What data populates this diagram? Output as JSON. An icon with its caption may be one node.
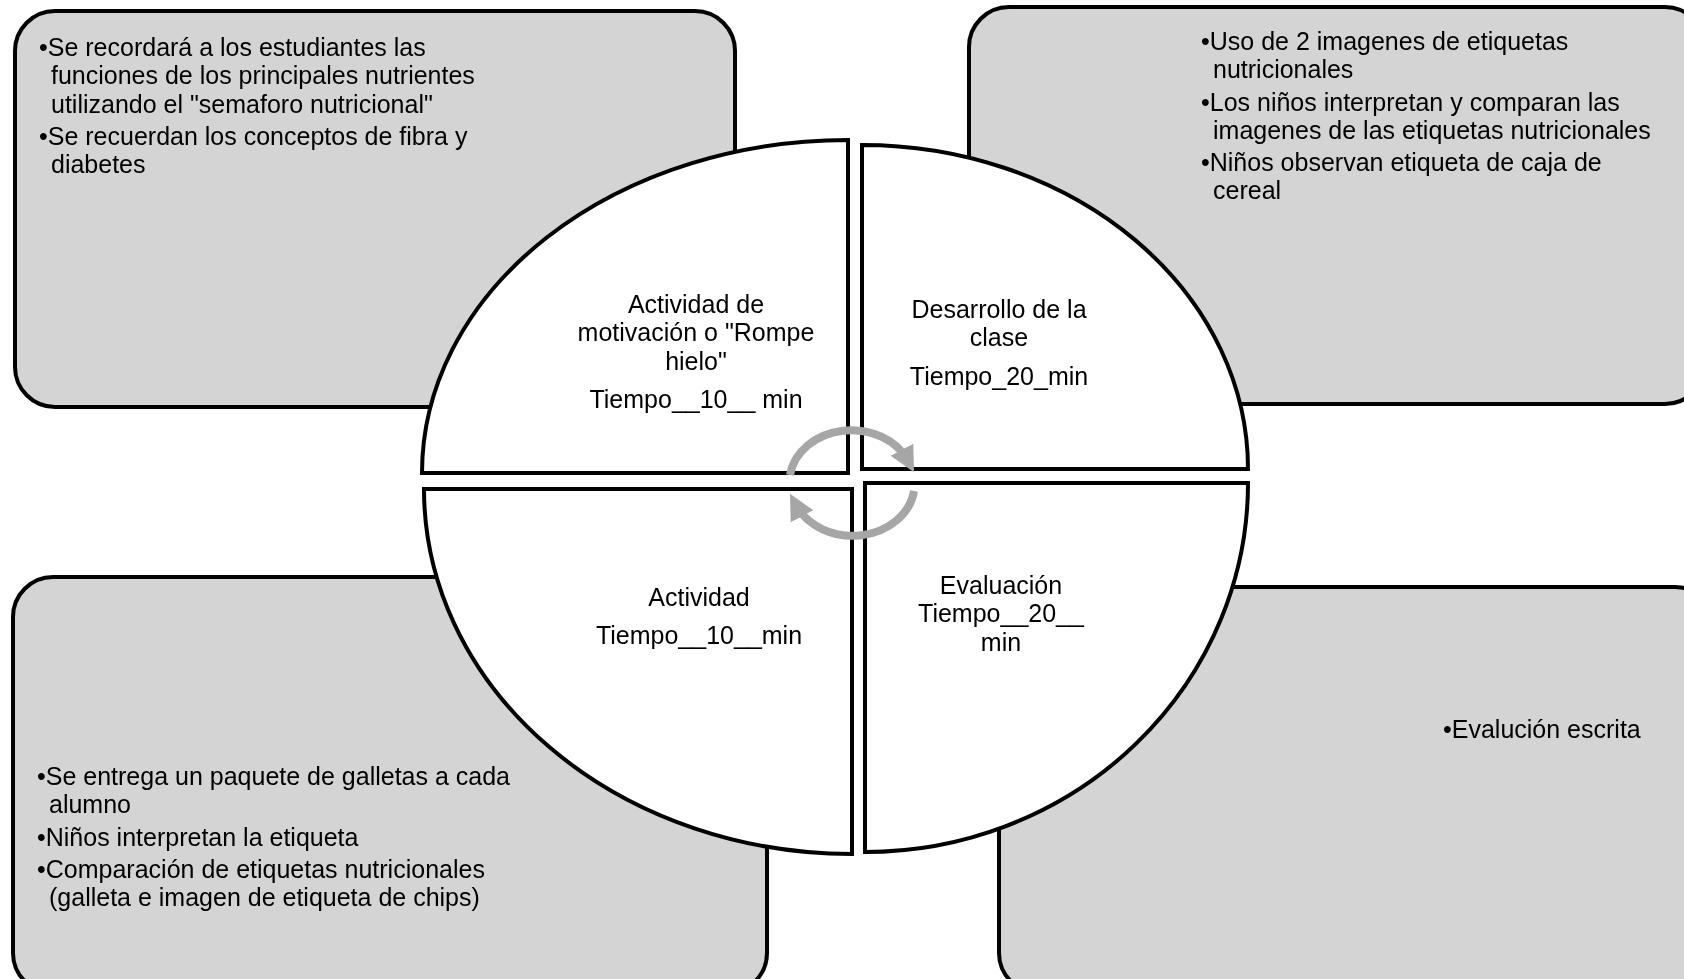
{
  "diagram": {
    "nodes": [
      {
        "text": [
          "•Se recordará a los estudiantes las funciones de los principales nutrientes utilizando  el \"semaforo nutricional\"",
          "•Se recuerdan los conceptos de fibra y diabetes"
        ]
      },
      {
        "text": [
          "•Uso de 2 imagenes de etiquetas nutricionales",
          "•Los niños interpretan y comparan las  imagenes de las etiquetas nutricionales",
          "•Niños observan etiqueta de caja de cereal"
        ]
      },
      {
        "text": [
          "Actividad de motivación o \"Rompe hielo\"",
          "Tiempo__10__ min"
        ]
      },
      {
        "text": [
          "Desarrollo de la clase",
          "Tiempo_20_min"
        ]
      },
      {
        "text": [
          "Actividad",
          "Tiempo__10__min"
        ]
      },
      {
        "text": [
          "Evaluación Tiempo__20__ min"
        ]
      },
      {
        "text": [
          "•Se entrega un paquete de galletas a cada alumno",
          "•Niños interpretan la etiqueta",
          "•Comparación de etiquetas nutricionales (galleta e imagen de etiqueta de chips)"
        ]
      },
      {
        "text": [
          "•Evalución escrita"
        ]
      }
    ],
    "edges": [
      {
        "from": 2,
        "to": 3,
        "arrow": "to",
        "color": "#a6a6a6"
      },
      {
        "from": 5,
        "to": 4,
        "arrow": "to",
        "color": "#a6a6a6"
      }
    ]
  }
}
